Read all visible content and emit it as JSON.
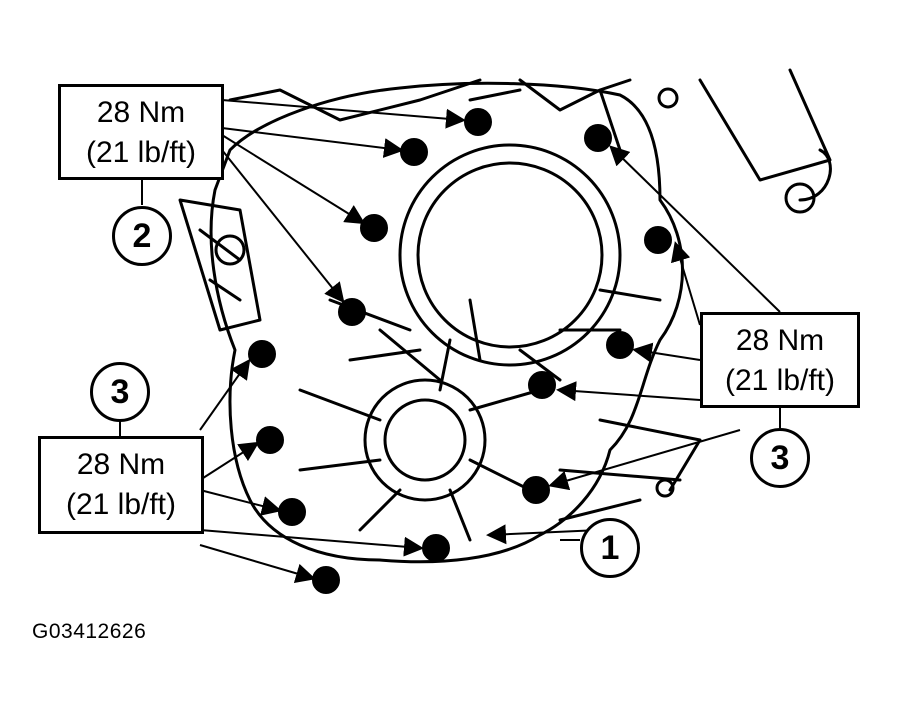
{
  "figure_id": "G03412626",
  "torque_callouts": [
    {
      "line1": "28 Nm",
      "line2": "(21 lb/ft)"
    },
    {
      "line1": "28 Nm",
      "line2": "(21 lb/ft)"
    },
    {
      "line1": "28 Nm",
      "line2": "(21 lb/ft)"
    }
  ],
  "reference_numbers": [
    "2",
    "3",
    "3",
    "1"
  ],
  "colors": {
    "ink": "#000000",
    "paper": "#ffffff"
  }
}
